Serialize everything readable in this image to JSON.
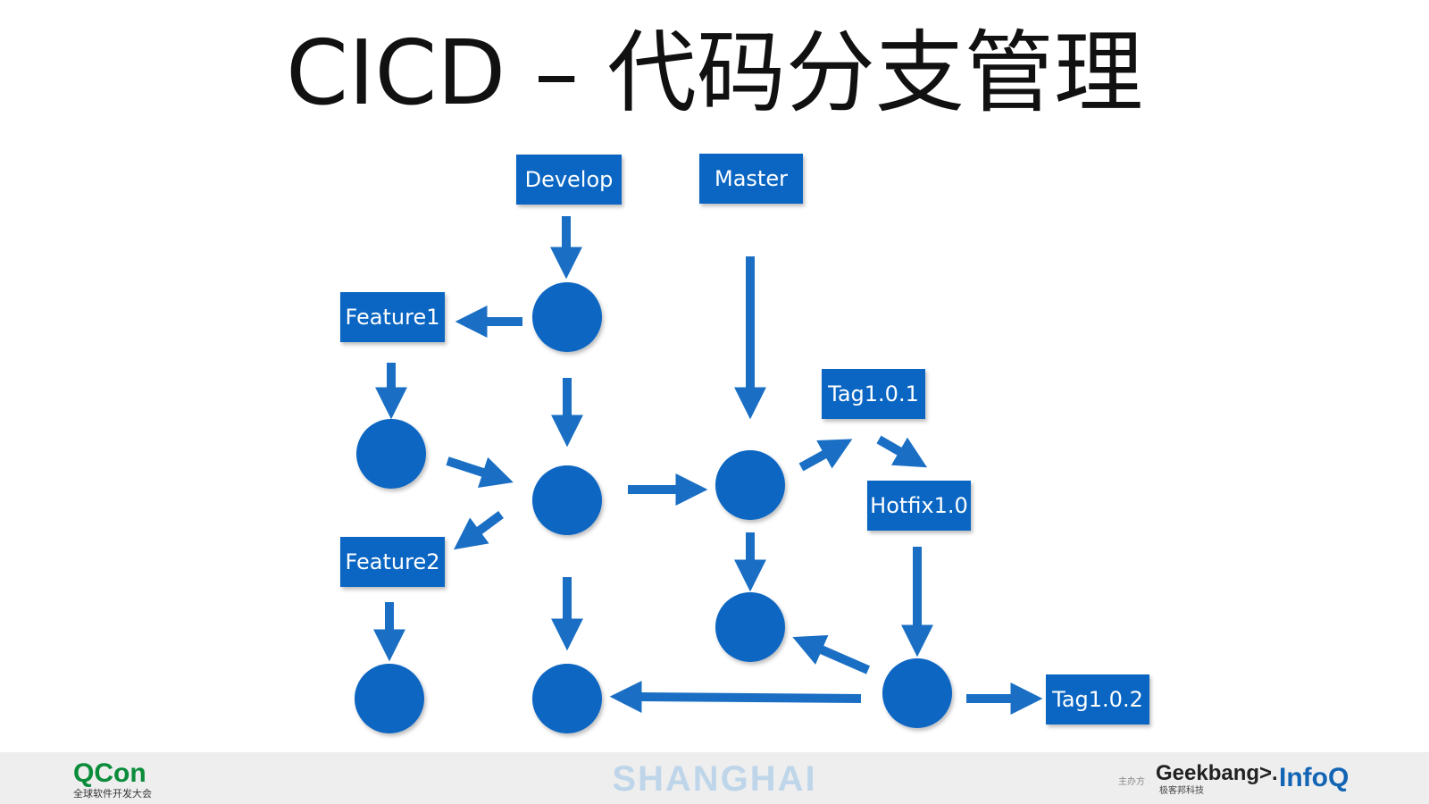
{
  "slide": {
    "title": "CICD – 代码分支管理"
  },
  "branches": {
    "develop": "Develop",
    "master": "Master",
    "feature1": "Feature1",
    "feature2": "Feature2",
    "tag101": "Tag1.0.1",
    "hotfix10": "Hotfix1.0",
    "tag102": "Tag1.0.2"
  },
  "footer": {
    "qcon": "QCon",
    "qcon_sub": "全球软件开发大会",
    "city": "SHANGHAI",
    "organizer_label": "主办方",
    "geekbang": "Geekbang>.",
    "geekbang_sub": "极客邦科技",
    "infoq": "InfoQ"
  },
  "colors": {
    "node": "#0a66c2",
    "arrow": "#1a6fc4",
    "box": "#0a66c2"
  }
}
